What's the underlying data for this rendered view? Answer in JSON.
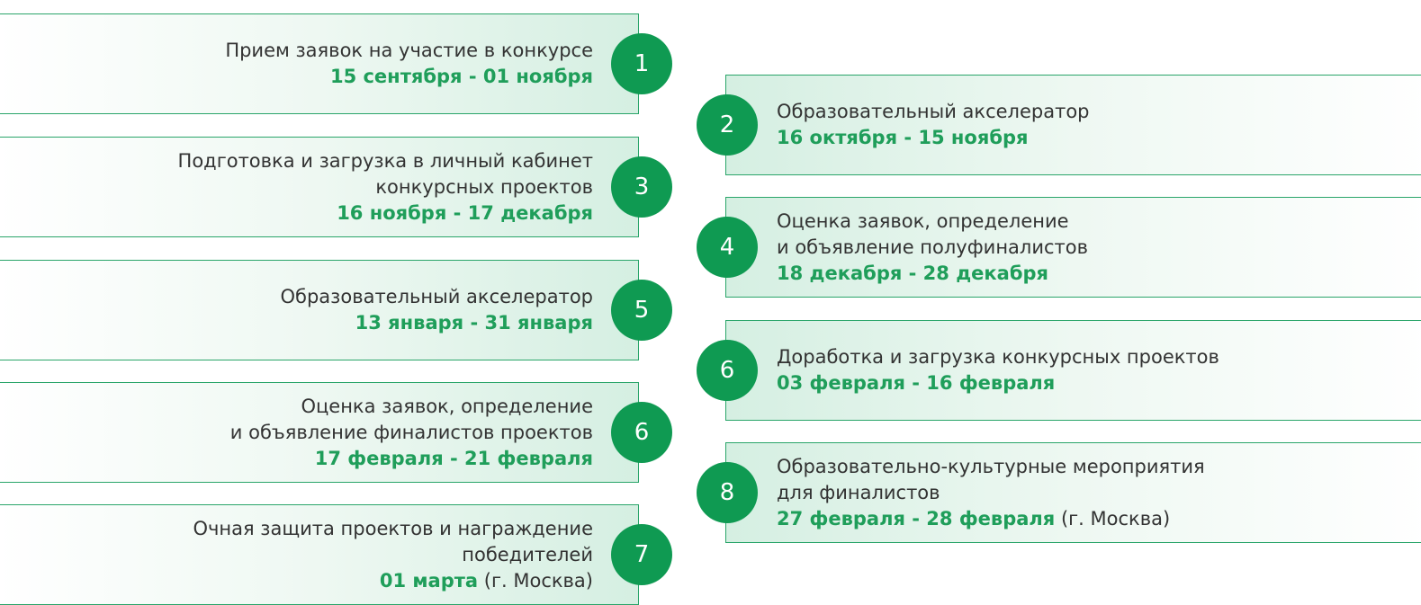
{
  "stages": [
    {
      "num": "1",
      "lines": [
        "Прием заявок на участие в конкурсе"
      ],
      "date": "15 сентября - 01 ноября",
      "note": ""
    },
    {
      "num": "2",
      "lines": [
        "Образовательный акселератор"
      ],
      "date": "16 октября - 15 ноября",
      "note": ""
    },
    {
      "num": "3",
      "lines": [
        "Подготовка и загрузка в личный кабинет",
        "конкурсных проектов"
      ],
      "date": "16 ноября - 17 декабря",
      "note": ""
    },
    {
      "num": "4",
      "lines": [
        "Оценка заявок, определение",
        "и объявление полуфиналистов"
      ],
      "date": "18 декабря - 28 декабря",
      "note": ""
    },
    {
      "num": "5",
      "lines": [
        "Образовательный акселератор"
      ],
      "date": "13 января - 31 января",
      "note": ""
    },
    {
      "num": "6",
      "lines": [
        "Доработка и загрузка конкурсных проектов"
      ],
      "date": "03 февраля - 16 февраля",
      "note": ""
    },
    {
      "num": "6",
      "lines": [
        "Оценка заявок, определение",
        "и объявление финалистов проектов"
      ],
      "date": "17 февраля - 21 февраля",
      "note": ""
    },
    {
      "num": "8",
      "lines": [
        "Образовательно-культурные мероприятия",
        "для финалистов"
      ],
      "date": "27 февраля - 28 февраля",
      "note": " (г. Москва)"
    },
    {
      "num": "7",
      "lines": [
        "Очная защита проектов и награждение",
        "победителей"
      ],
      "date": "01 марта",
      "note": " (г. Москва)"
    }
  ]
}
